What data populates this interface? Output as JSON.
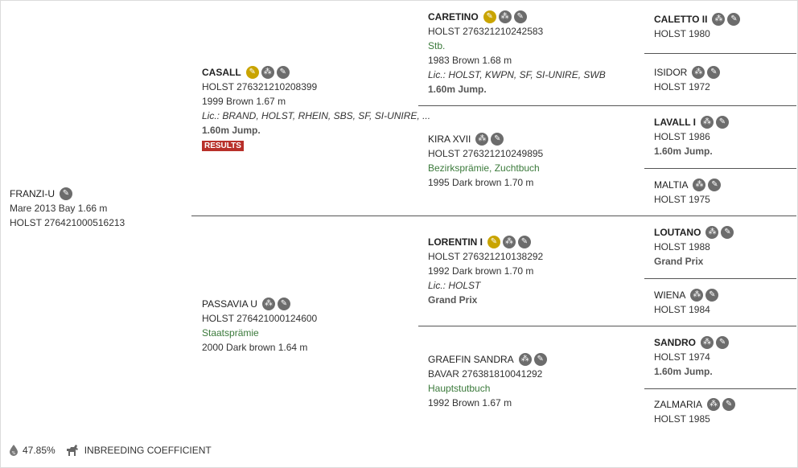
{
  "subject": {
    "name": "FRANZI-U",
    "line1": "Mare 2013 Bay 1.66 m",
    "line2": "HOLST 276421000516213"
  },
  "sire": {
    "name": "CASALL",
    "id": "HOLST 276321210208399",
    "line": "1999 Brown 1.67 m",
    "lic": "Lic.: BRAND, HOLST, RHEIN, SBS, SF, SI-UNIRE, ...",
    "perf": "1.60m Jump.",
    "badge": "RESULTS"
  },
  "dam": {
    "name": "PASSAVIA U",
    "id": "HOLST 276421000124600",
    "book": "Staatsprämie",
    "line": "2000 Dark brown 1.64 m"
  },
  "ss": {
    "name": "CARETINO",
    "id": "HOLST 276321210242583",
    "book": "Stb.",
    "line": "1983 Brown 1.68 m",
    "lic": "Lic.: HOLST, KWPN, SF, SI-UNIRE, SWB",
    "perf": "1.60m Jump."
  },
  "sd": {
    "name": "KIRA XVII",
    "id": "HOLST 276321210249895",
    "book": "Bezirksprämie, Zuchtbuch",
    "line": "1995 Dark brown 1.70 m"
  },
  "ds": {
    "name": "LORENTIN I",
    "id": "HOLST 276321210138292",
    "line": "1992 Dark brown 1.70 m",
    "lic": "Lic.: HOLST",
    "perf": "Grand Prix"
  },
  "dd": {
    "name": "GRAEFIN SANDRA",
    "id": "BAVAR 276381810041292",
    "book": "Hauptstutbuch",
    "line": "1992 Brown 1.67 m"
  },
  "g1": {
    "name": "CALETTO II",
    "line": "HOLST 1980"
  },
  "g2": {
    "name": "ISIDOR",
    "line": "HOLST 1972"
  },
  "g3": {
    "name": "LAVALL I",
    "line": "HOLST 1986",
    "perf": "1.60m Jump."
  },
  "g4": {
    "name": "MALTIA",
    "line": "HOLST 1975"
  },
  "g5": {
    "name": "LOUTANO",
    "line": "HOLST 1988",
    "perf": "Grand Prix"
  },
  "g6": {
    "name": "WIENA",
    "line": "HOLST 1984"
  },
  "g7": {
    "name": "SANDRO",
    "line": "HOLST 1974",
    "perf": "1.60m Jump."
  },
  "g8": {
    "name": "ZALMARIA",
    "line": "HOLST 1985"
  },
  "footer": {
    "percent": "47.85%",
    "label": "INBREEDING COEFFICIENT"
  },
  "icons": {
    "pencil": "pencil-icon",
    "pedigree": "pedigree-icon",
    "horse": "horse-icon",
    "drop": "drop-icon"
  },
  "colors": {
    "gold": "#c9a400",
    "icon_gray": "#6c6c6c",
    "results_red": "#b8302a",
    "green": "#3b7a3b"
  }
}
